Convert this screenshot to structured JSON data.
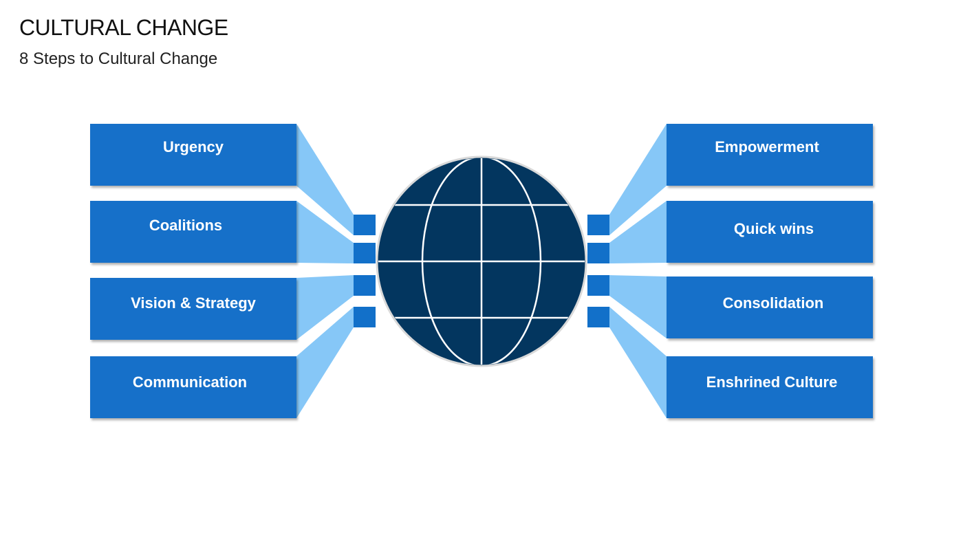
{
  "title": "CULTURAL CHANGE",
  "subtitle": "8 Steps to Cultural Change",
  "colors": {
    "box": "#1270c9",
    "connector": "#86c7f7",
    "globe": "#03365f",
    "globe_lines": "#ffffff",
    "tab": "#1270c9"
  },
  "icons": {
    "center": "globe-icon"
  },
  "steps": {
    "left": [
      {
        "label": "Urgency"
      },
      {
        "label": "Coalitions"
      },
      {
        "label": "Vision & Strategy"
      },
      {
        "label": "Communication"
      }
    ],
    "right": [
      {
        "label": "Empowerment"
      },
      {
        "label": "Quick wins"
      },
      {
        "label": "Consolidation"
      },
      {
        "label": "Enshrined Culture"
      }
    ]
  }
}
